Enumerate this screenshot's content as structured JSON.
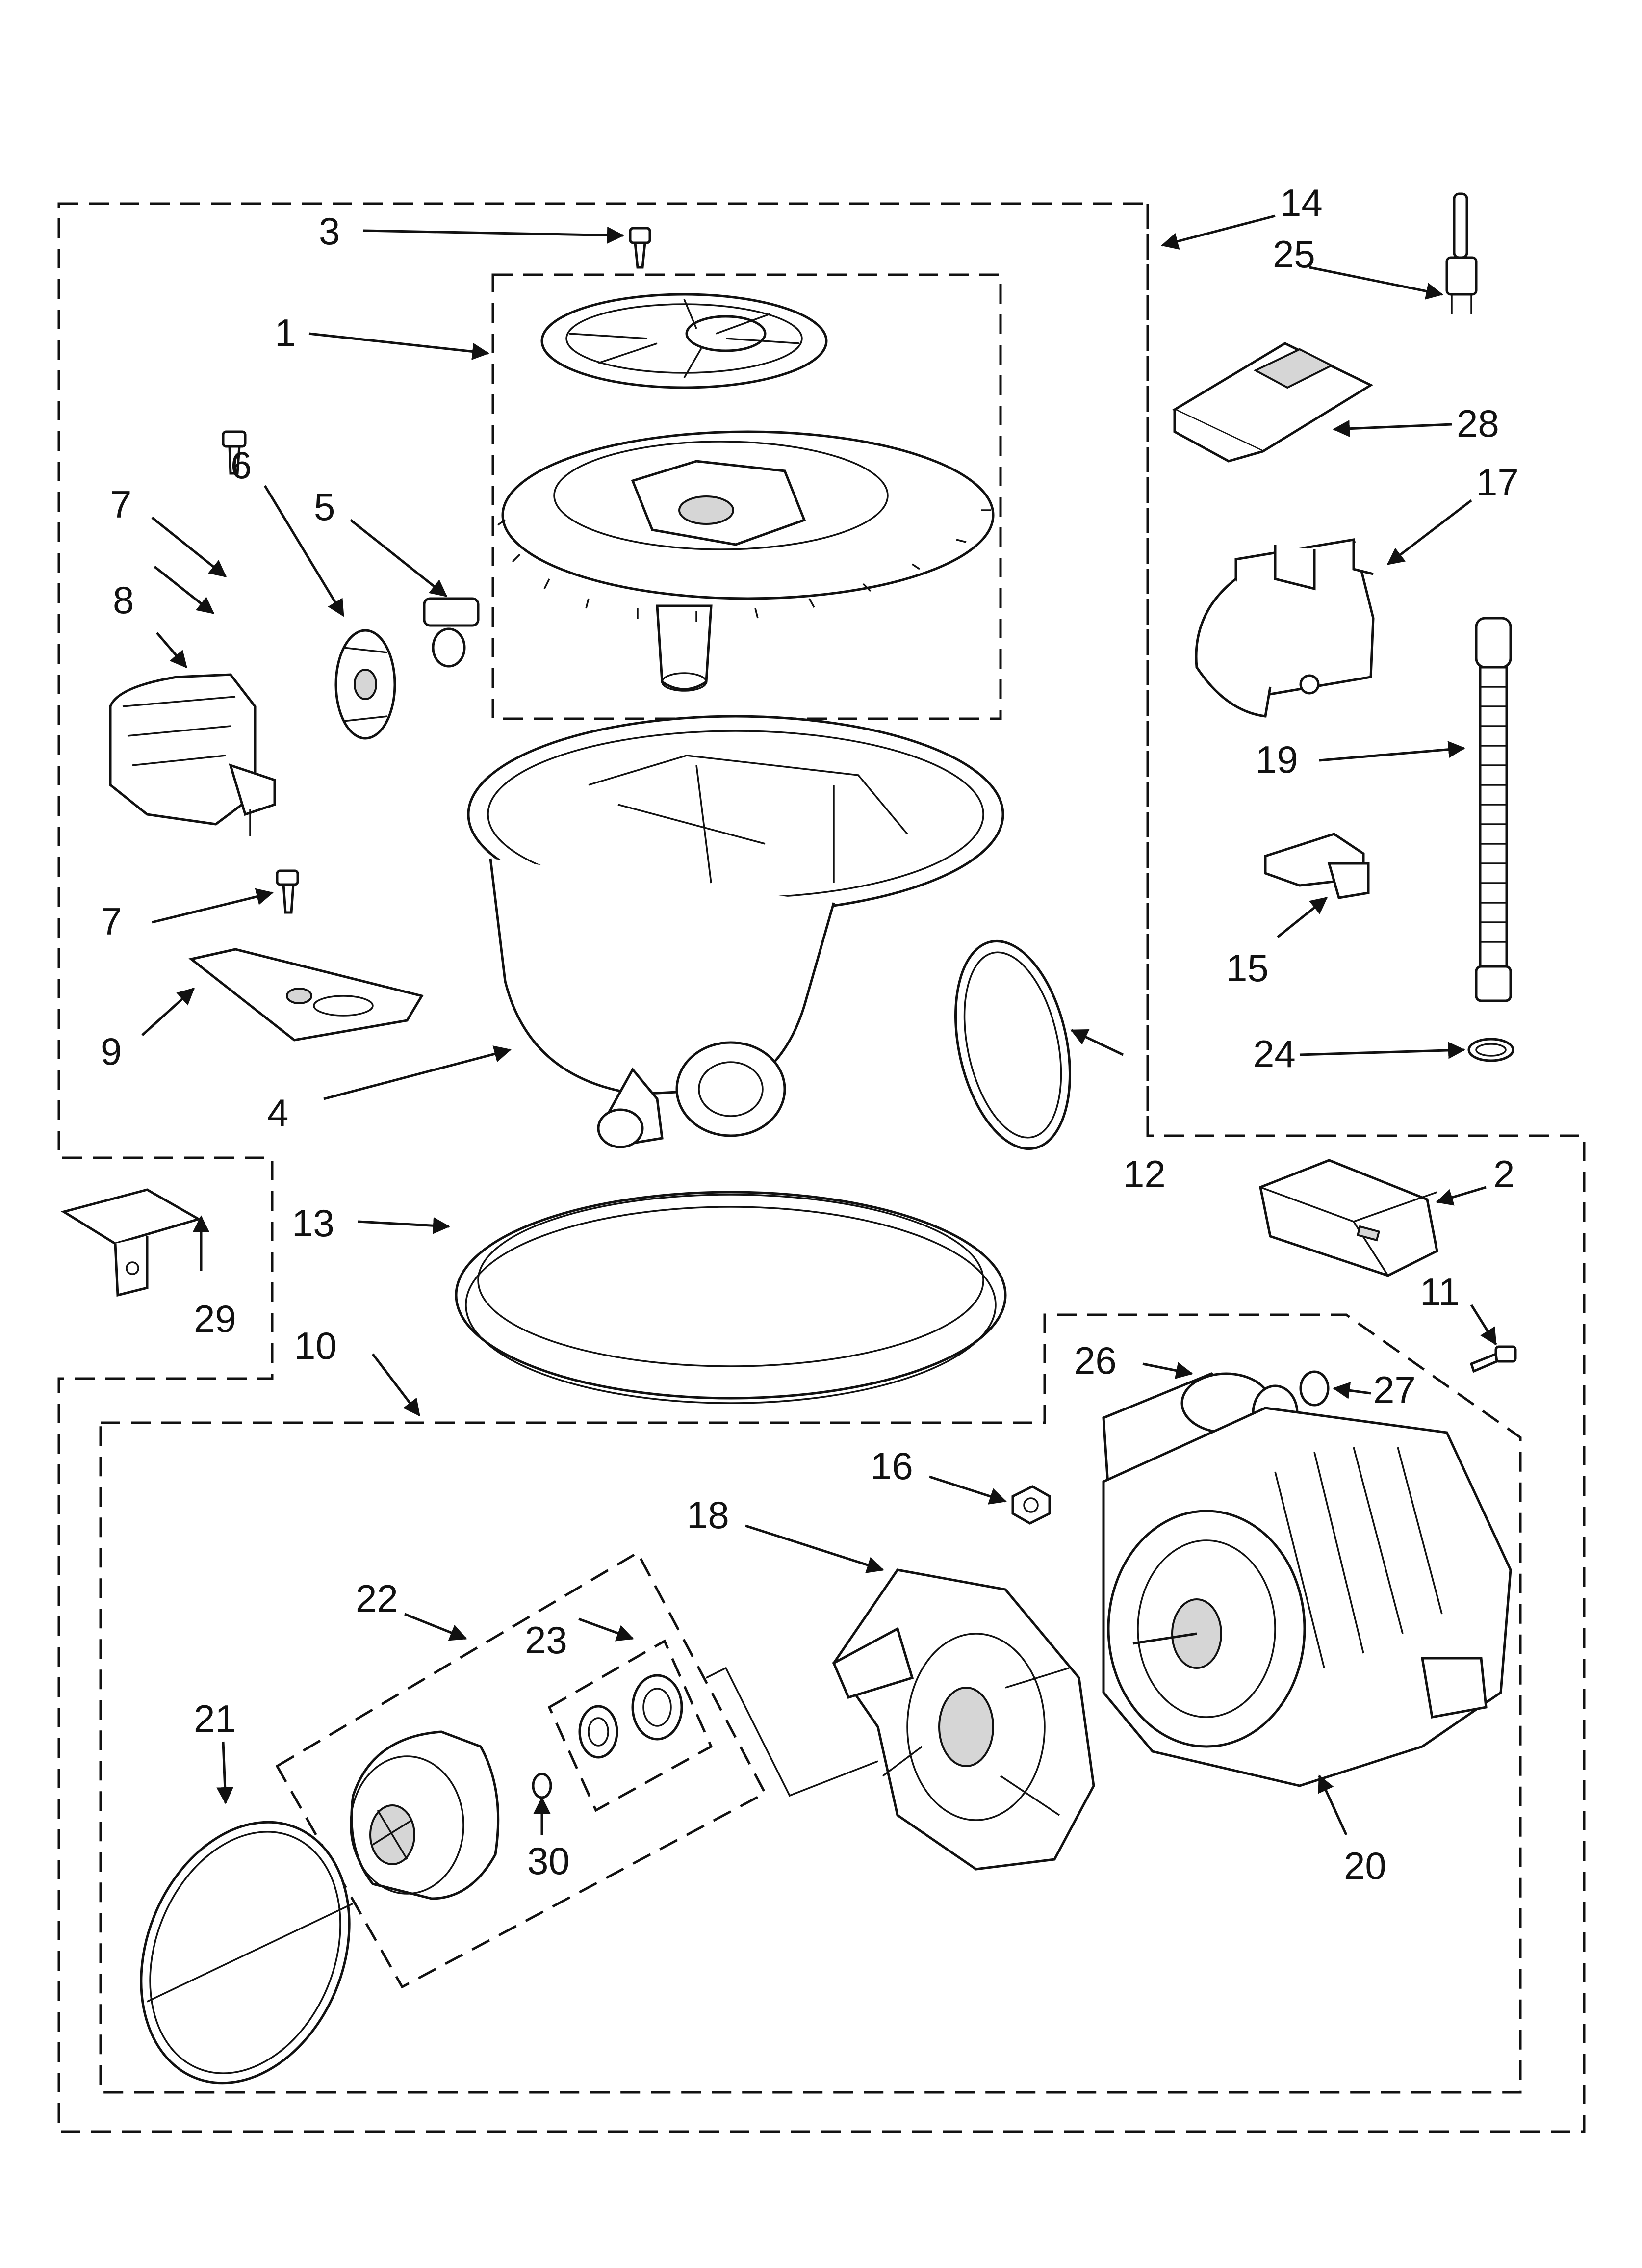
{
  "callouts": {
    "c1": "1",
    "c2": "2",
    "c3": "3",
    "c4": "4",
    "c5": "5",
    "c6": "6",
    "c7a": "7",
    "c7b": "7",
    "c8": "8",
    "c9": "9",
    "c10": "10",
    "c11": "11",
    "c12": "12",
    "c13": "13",
    "c14": "14",
    "c15": "15",
    "c16": "16",
    "c17": "17",
    "c18": "18",
    "c19": "19",
    "c20": "20",
    "c21": "21",
    "c22": "22",
    "c23": "23",
    "c24": "24",
    "c25": "25",
    "c26": "26",
    "c27": "27",
    "c28": "28",
    "c29": "29",
    "c30": "30"
  }
}
